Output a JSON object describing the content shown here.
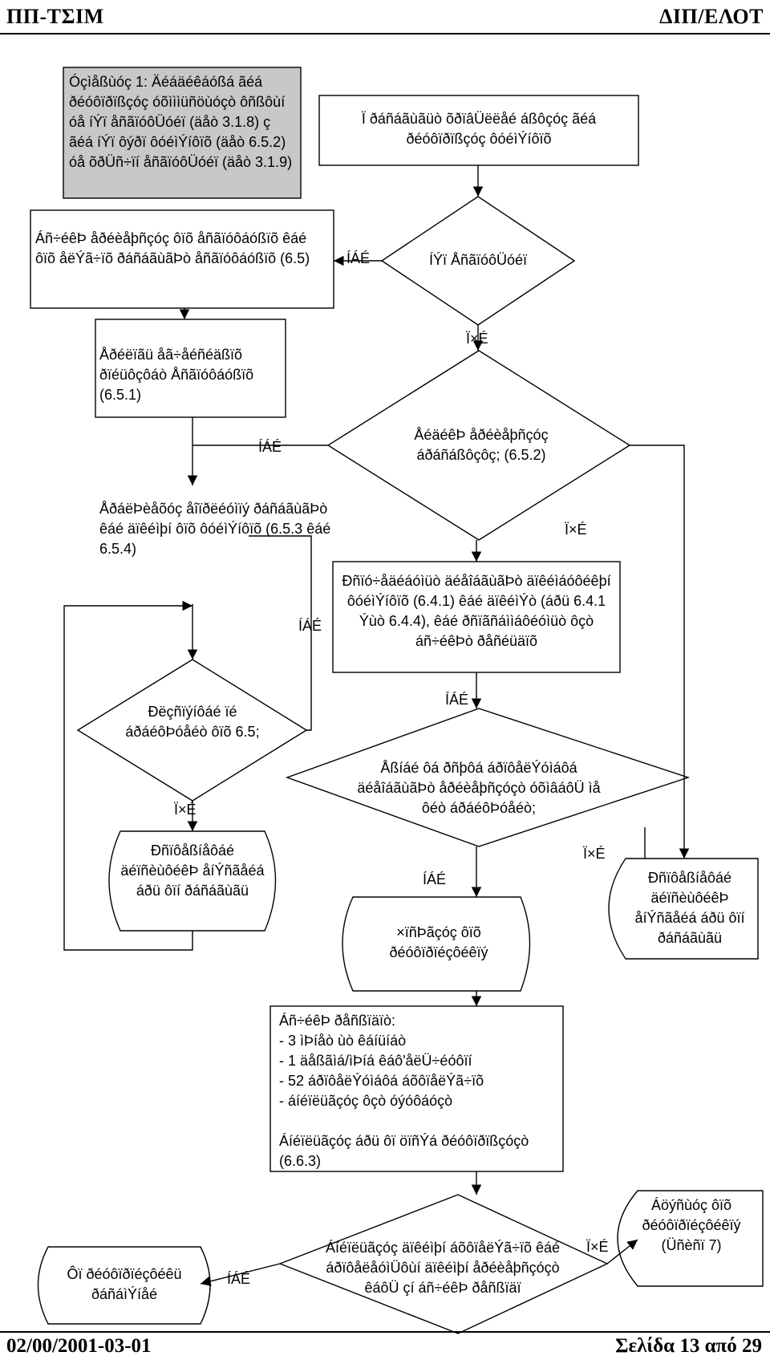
{
  "header": {
    "left": "ΠΠ-ΤΣΙΜ",
    "right": "ΔΙΠ/ΕΛΟΤ"
  },
  "footer": {
    "left": "02/00/2001-03-01",
    "right": "Σελίδα 13 από 29"
  },
  "nodes": {
    "note": "Óçìåßùóç 1: Äéáäéêáóßá ãéá ðéóôïðïßçóç óõìììüñöùóçò ôñßôùí óå íÝï åñãïóôÜóéï (äåò 3.1.8) ç ãéá íÝï ôýðï ôóéìÝíôïõ (äåò 6.5.2) óå õðÜñ÷ïí åñãïóôÜóéï (äåò 3.1.9)",
    "start": "Ï ðáñáãùãüò õðïâÜëëåé áßôçóç ãéá ðéóôïðïßçóç ôóéìÝíôïõ",
    "d_new_factory": "ÍÝï ÅñãïóôÜóéï",
    "initial_inspection": "Áñ÷éêÞ åðéèåþñçóç ôïõ åñãïóôáóßïõ êáé ôïõ åëÝã÷ïõ ðáñáãùãÞò åñãïóôáóßïõ (6.5)",
    "sampling": "Åðéëïãü åã÷åéñéäßïõ ðïéüôçôáò Åñãïóôáóßïõ (6.5.1)",
    "d_special_inspection": "ÅéäéêÞ åðéèåþñçóç áðáñáßôçôç; (6.5.2)",
    "sample_testing": "ÅðáëÞèåõóç åîïðëéóìïý ðáñáãùãÞò êáé äïêéìþí ôïõ ôóéìÝíôïõ (6.5.3 êáé 6.5.4)",
    "initial_tests": "Ðñïó÷åäéáóìüò äéåîáãùãÞò äïêéìáóôéêþí ôóéìÝíôïõ (6.4.1) êáé äïêéìÝò (áðü 6.4.1 Ýùò 6.4.4), êáé ðñïãñáììáôéóìüò ôçò áñ÷éêÞò ðåñéüäïõ",
    "d_requirements_met": "Ðëçñïýíôáé ïé áðáéôÞóåéò ôïõ 6.5;",
    "d_results_satisfy": "Åßíáé ôá ðñþôá áðïôåëÝóìáôá äéåîáãùãÞò åðéèåþñçóçò óõìâáôÜ ìå ôéò áðáéôÞóåéò;",
    "corrective_left": "Ðñïôåßíåôáé äéïñèùôéêÞ åíÝñãåéá áðü ôïí ðáñáãùãü",
    "issue_certificate": "×ïñÞãçóç ôïõ ðéóôïðïéçôéêïý",
    "corrective_right": "Ðñïôåßíåôáé äéïñèùôéêÞ åíÝñãåéá áðü ôïí ðáñáãùãü",
    "initial_period": "Áñ÷éêÞ ðåñßïäïò:\n- 3 ìÞíåò ùò êáíüíáò\n- 1 äåßãìá/ìÞíá êáô'åëÜ÷éóôïí\n- 52 áðïôåëÝóìáôá áõôïåëÝã÷ïõ\n- áíéïëüãçóç ôçò óýóôáóçò\n\nÁíéïëüãçóç áðü ôï öïñÝá ðéóôïðïßçóçò (6.6.3)",
    "d_final": "Áíéïëüãçóç äïêéìþí áõôïåëÝã÷ïõ êáé áðïôåëåóìÜôùí äïêéìþí åðéèåþñçóçò êáôÜ çí áñ÷éêÞ ðåñßïäï",
    "withdraw_certificate": "Áöýñùóç ôïõ ðéóôïðïéçôéêïý (Üñèñï 7)",
    "certificate_issued": "Ôï ðéóôïðïéçôéêü ðáñáìÝíåé"
  },
  "edges": {
    "yes": "ÍÁÉ",
    "no": "Ï×É"
  }
}
